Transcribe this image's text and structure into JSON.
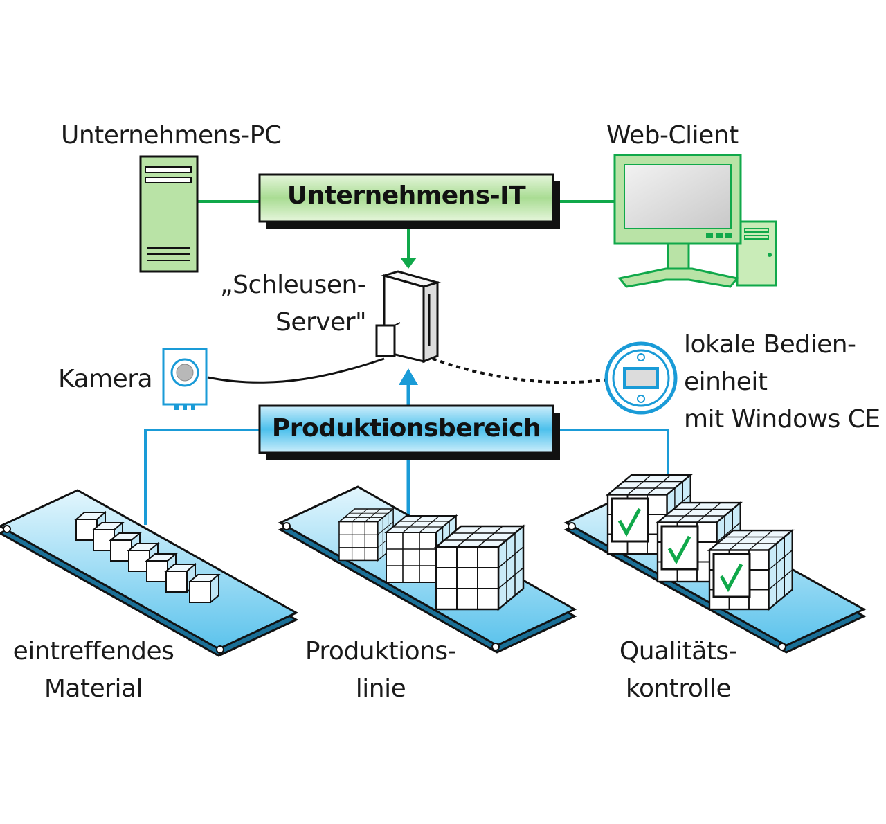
{
  "labels": {
    "corporate_pc": "Unternehmens-PC",
    "web_client": "Web-Client",
    "corporate_it": "Unternehmens-IT",
    "gateway_server_line1": "„Schleusen-",
    "gateway_server_line2": "Server\"",
    "camera": "Kamera",
    "local_unit_line1": "lokale Bedien-",
    "local_unit_line2": "einheit",
    "local_unit_line3": "mit Windows CE",
    "production_area": "Produktionsbereich",
    "incoming_line1": "eintreffendes",
    "incoming_line2": "Material",
    "production_line1": "Produktions-",
    "production_line2": "linie",
    "quality_line1": "Qualitäts-",
    "quality_line2": "kontrolle"
  },
  "colors": {
    "green_fill": "#b9e3a6",
    "green_line": "#10a84a",
    "blue_fill": "#7fd0f0",
    "blue_line": "#1a9bd7",
    "check": "#10a84a"
  }
}
